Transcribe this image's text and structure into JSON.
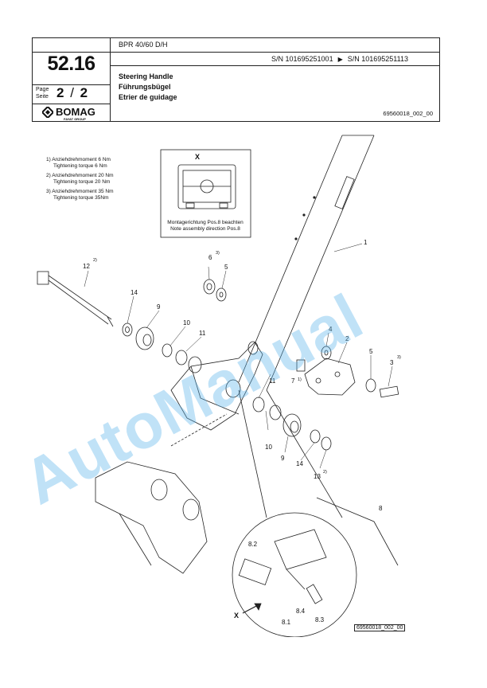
{
  "header": {
    "model": "BPR 40/60 D/H",
    "serial_from": "S/N 101695251001",
    "serial_to": "S/N 101695251113",
    "page_number": "52.16",
    "page_label_en": "Page",
    "page_label_de": "Seite",
    "page_current": "2",
    "page_separator": "/",
    "page_total": "2",
    "brand": "BOMAG",
    "brand_sub": "FAYAT GROUP",
    "title_en": "Steering Handle",
    "title_de": "Führungsbügel",
    "title_fr": "Etrier de guidage",
    "doc_id": "69560018_002_00"
  },
  "notes": [
    {
      "de": "1) Anziehdrehmoment 6 Nm",
      "en": "Tightening torque 6 Nm"
    },
    {
      "de": "2) Anziehdrehmoment 20 Nm",
      "en": "Tightening torque 20 Nm"
    },
    {
      "de": "3) Anziehdrehmoment 35 Nm",
      "en": "Tightening torque 35Nm"
    }
  ],
  "detail_x": {
    "label": "X",
    "caption_de": "Montagerichtung Pos.8 beachten",
    "caption_en": "Note assembly direction Pos.8"
  },
  "callouts": {
    "c1": "1",
    "c2": "2",
    "c3": "3",
    "c3sup": "3)",
    "c4": "4",
    "c5a": "5",
    "c5b": "5",
    "c6": "6",
    "c6sup": "3)",
    "c7": "7",
    "c7sup": "1)",
    "c8": "8",
    "c8_1": "8.1",
    "c8_2": "8.2",
    "c8_3": "8.3",
    "c8_4": "8.4",
    "c9a": "9",
    "c9b": "9",
    "c10a": "10",
    "c10b": "10",
    "c11a": "11",
    "c11b": "11",
    "c12": "12",
    "c12sup": "2)",
    "c13": "13",
    "c13sup": "2)",
    "c14a": "14",
    "c14b": "14",
    "x_arrow": "X"
  },
  "watermark": "AutoManual",
  "figure_id": "69560018_002_00"
}
